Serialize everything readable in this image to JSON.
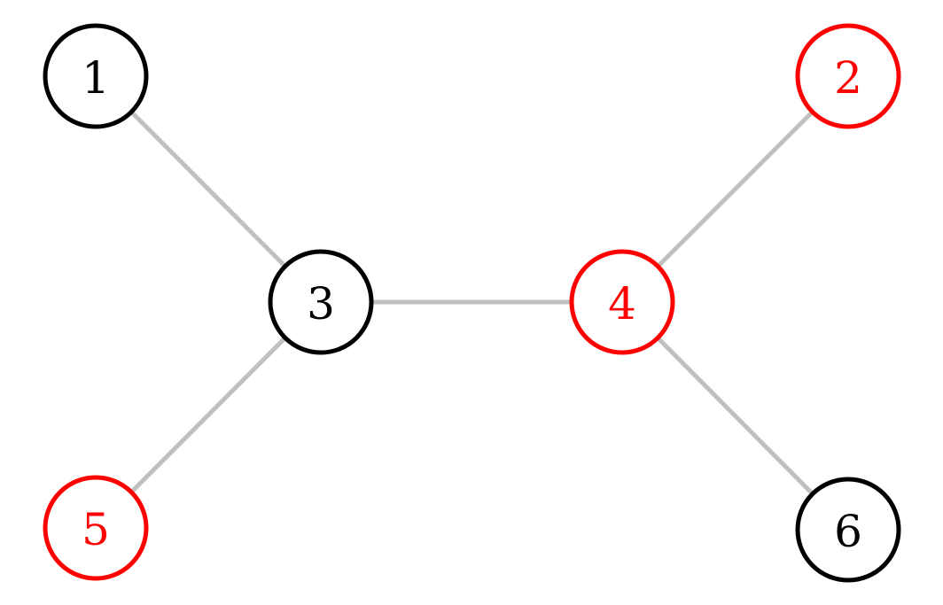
{
  "graph": {
    "nodes": [
      {
        "id": "1",
        "label": "1",
        "color": "#000000"
      },
      {
        "id": "2",
        "label": "2",
        "color": "#ff0000"
      },
      {
        "id": "3",
        "label": "3",
        "color": "#000000"
      },
      {
        "id": "4",
        "label": "4",
        "color": "#ff0000"
      },
      {
        "id": "5",
        "label": "5",
        "color": "#ff0000"
      },
      {
        "id": "6",
        "label": "6",
        "color": "#000000"
      }
    ],
    "edges": [
      {
        "from": "1",
        "to": "3"
      },
      {
        "from": "3",
        "to": "4"
      },
      {
        "from": "3",
        "to": "5"
      },
      {
        "from": "4",
        "to": "2"
      },
      {
        "from": "4",
        "to": "6"
      }
    ],
    "edge_color": "#c0c0c0"
  }
}
